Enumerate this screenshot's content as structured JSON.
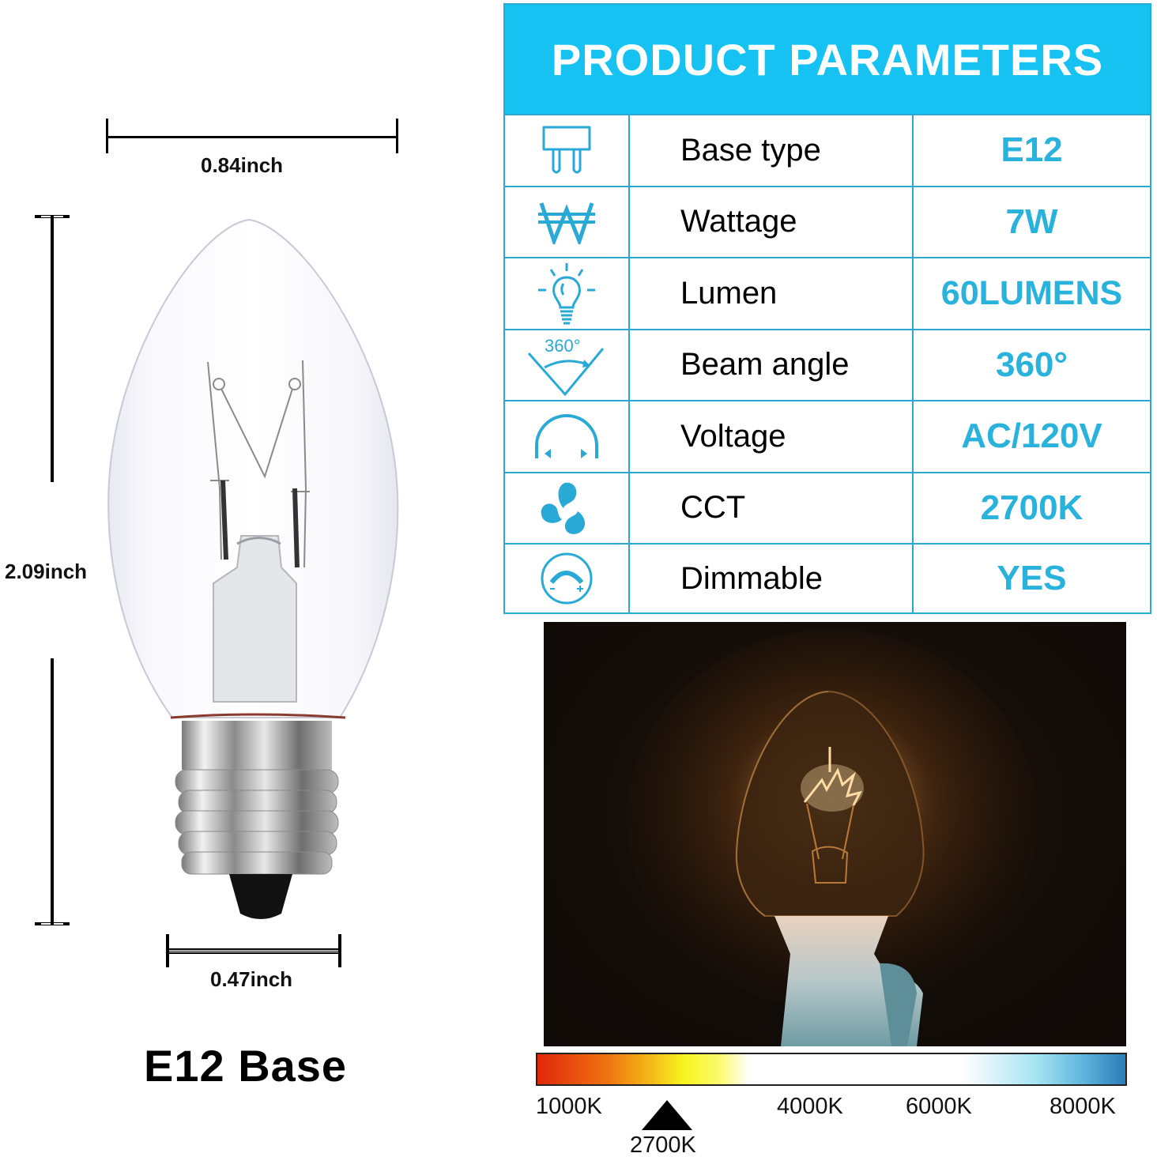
{
  "dimensions": {
    "width_top": "0.84inch",
    "height": "2.09inch",
    "width_base": "0.47inch"
  },
  "base_title": "E12 Base",
  "parameters": {
    "title": "PRODUCT PARAMETERS",
    "accent_color": "#16c2f2",
    "value_color": "#28b2dc",
    "rows": [
      {
        "icon": "bulb-base-icon",
        "label": "Base type",
        "value": "E12"
      },
      {
        "icon": "wattage-icon",
        "label": "Wattage",
        "value": "7W"
      },
      {
        "icon": "light-bulb-icon",
        "label": "Lumen",
        "value": "60LUMENS"
      },
      {
        "icon": "beam-angle-icon",
        "label": "Beam angle",
        "value": "360°"
      },
      {
        "icon": "voltage-icon",
        "label": "Voltage",
        "value": "AC/120V"
      },
      {
        "icon": "color-temperature-icon",
        "label": "CCT",
        "value": "2700K"
      },
      {
        "icon": "dimmer-icon",
        "label": "Dimmable",
        "value": "YES"
      }
    ],
    "beam_icon_text": "360°"
  },
  "cct_scale": {
    "ticks": [
      "1000K",
      "4000K",
      "6000K",
      "8000K"
    ],
    "marker": "2700K"
  }
}
